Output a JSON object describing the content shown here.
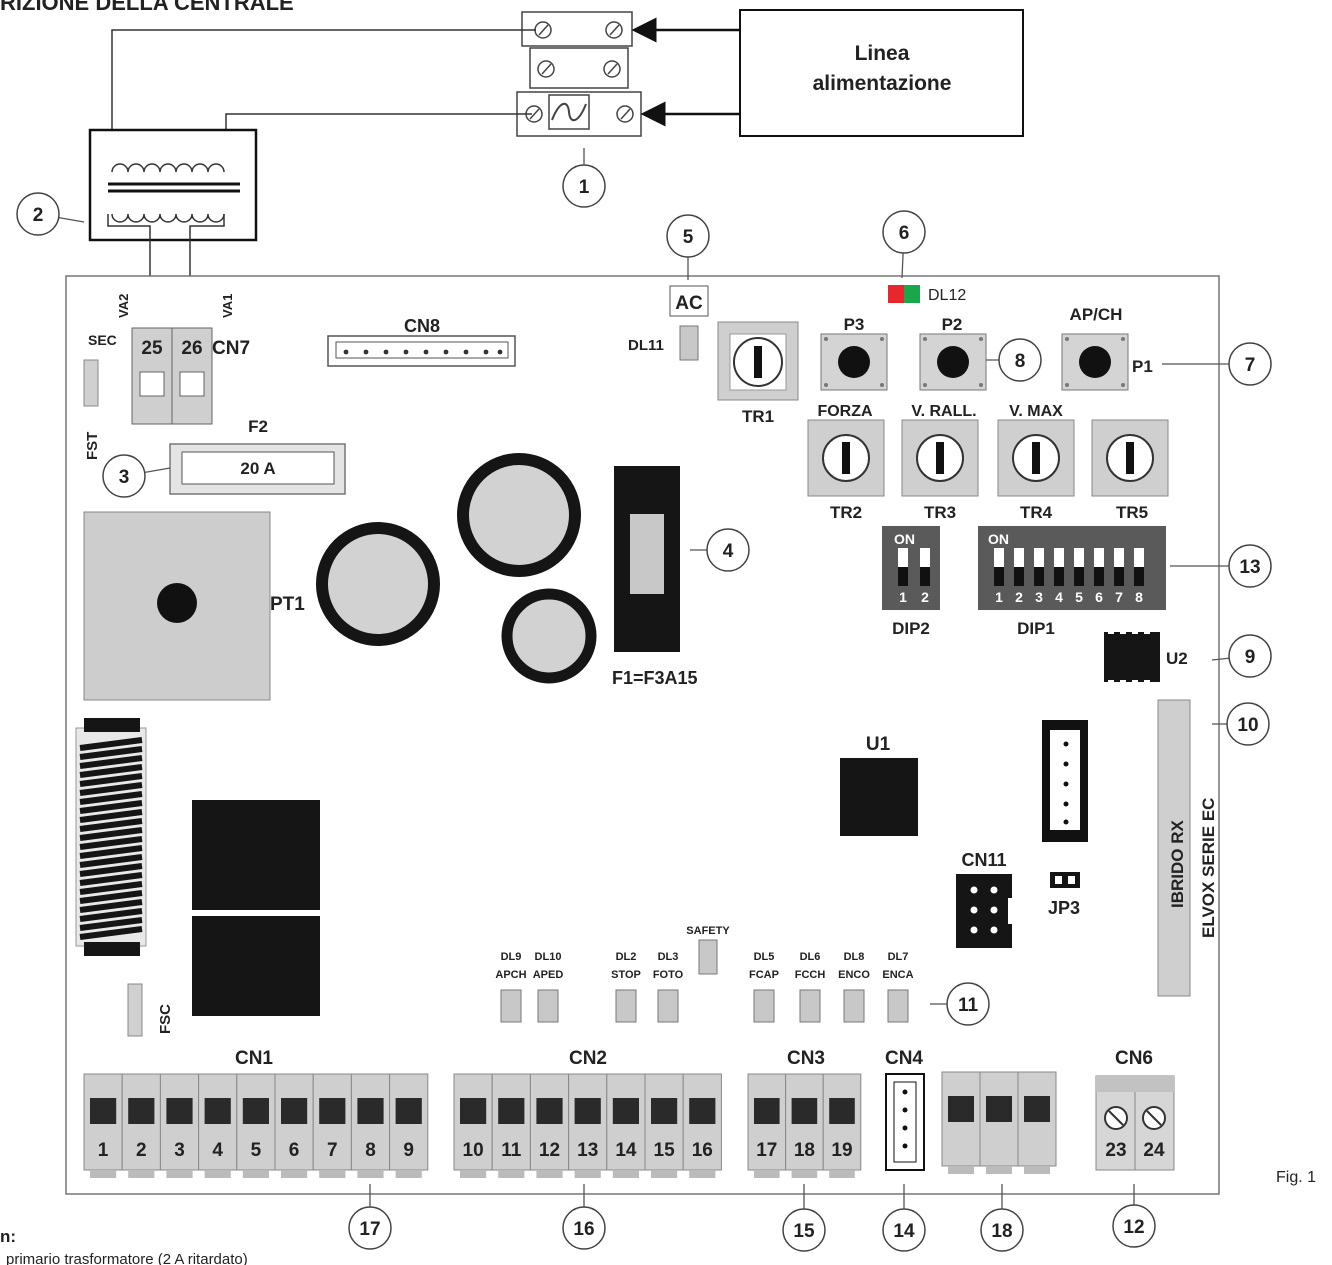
{
  "header": {
    "title": "RIZIONE DELLA CENTRALE"
  },
  "power_line": {
    "label_line1": "Linea",
    "label_line2": "alimentazione"
  },
  "labels": {
    "va2": "VA2",
    "va1": "VA1",
    "sec": "SEC",
    "fst": "FST",
    "fsc": "FSC",
    "cn7": "CN7",
    "t25": "25",
    "t26": "26",
    "cn8": "CN8",
    "f2": "F2",
    "f2_value": "20 A",
    "f1": "F1=F3A15",
    "pt1": "PT1",
    "ac": "AC",
    "dl11": "DL11",
    "dl12": "DL12",
    "tr1": "TR1",
    "p3": "P3",
    "p2": "P2",
    "apch": "AP/CH",
    "p1": "P1",
    "forza": "FORZA",
    "vrall": "V. RALL.",
    "vmax": "V. MAX",
    "tr2": "TR2",
    "tr3": "TR3",
    "tr4": "TR4",
    "tr5": "TR5",
    "on": "ON",
    "dip2": "DIP2",
    "dip1": "DIP1",
    "u2": "U2",
    "u1": "U1",
    "cn11": "CN11",
    "jp3": "JP3",
    "radio_line1": "IBRIDO RX",
    "radio_line2": "ELVOX SERIE EC",
    "safety": "SAFETY",
    "cn1": "CN1",
    "cn2": "CN2",
    "cn3": "CN3",
    "cn4": "CN4",
    "cn6": "CN6",
    "fig": "Fig. 1"
  },
  "dip2_numbers": [
    "1",
    "2"
  ],
  "dip1_numbers": [
    "1",
    "2",
    "3",
    "4",
    "5",
    "6",
    "7",
    "8"
  ],
  "leds": [
    {
      "code": "DL9",
      "name": "APCH"
    },
    {
      "code": "DL10",
      "name": "APED"
    },
    {
      "code": "DL2",
      "name": "STOP"
    },
    {
      "code": "DL3",
      "name": "FOTO"
    },
    {
      "code": "DL5",
      "name": "FCAP"
    },
    {
      "code": "DL6",
      "name": "FCCH"
    },
    {
      "code": "DL8",
      "name": "ENCO"
    },
    {
      "code": "DL7",
      "name": "ENCA"
    }
  ],
  "terminals": {
    "cn1": [
      "1",
      "2",
      "3",
      "4",
      "5",
      "6",
      "7",
      "8",
      "9"
    ],
    "cn2": [
      "10",
      "11",
      "12",
      "13",
      "14",
      "15",
      "16"
    ],
    "cn3": [
      "17",
      "18",
      "19"
    ],
    "cn6": [
      "23",
      "24"
    ]
  },
  "callouts": [
    "1",
    "2",
    "3",
    "4",
    "5",
    "6",
    "7",
    "8",
    "9",
    "10",
    "11",
    "12",
    "13",
    "14",
    "15",
    "16",
    "17",
    "18"
  ],
  "legend": {
    "heading": "n:",
    "line1": "primario trasformatore (2 A ritardato)"
  },
  "colors": {
    "led_red": "#e8262b",
    "led_green": "#1aa64a",
    "dark": "#141414",
    "gray": "#c4c4c4"
  }
}
